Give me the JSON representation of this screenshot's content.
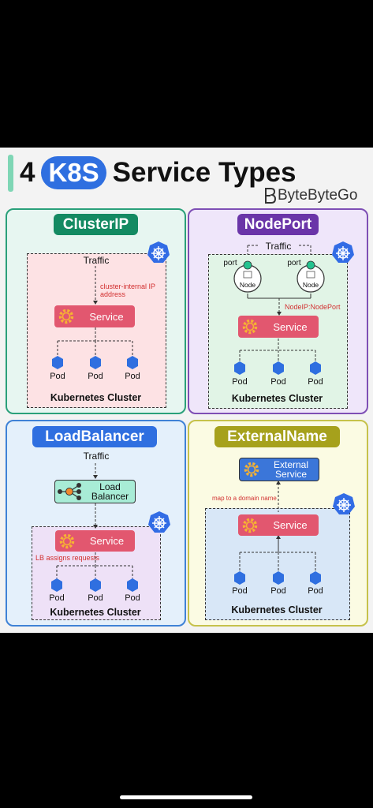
{
  "title": {
    "number": "4",
    "k8s": "K8S",
    "rest": "Service Types"
  },
  "brand": "ByteByteGo",
  "colors": {
    "clusterip": "#138a62",
    "nodeport": "#6a35a8",
    "loadbalancer": "#2f6fe0",
    "externalname": "#a6a11c",
    "service": "#e2576f",
    "pod": "#2f6fe0"
  },
  "clusterip": {
    "badge": "ClusterIP",
    "traffic": "Traffic",
    "note": "cluster-internal IP address",
    "service": "Service",
    "pods": [
      "Pod",
      "Pod",
      "Pod"
    ],
    "cluster": "Kubernetes Cluster"
  },
  "nodeport": {
    "badge": "NodePort",
    "traffic": "Traffic",
    "port_left": "port",
    "port_right": "port",
    "node_left": "Node",
    "node_right": "Node",
    "note": "NodeIP:NodePort",
    "service": "Service",
    "pods": [
      "Pod",
      "Pod",
      "Pod"
    ],
    "cluster": "Kubernetes Cluster"
  },
  "loadbalancer": {
    "badge": "LoadBalancer",
    "traffic": "Traffic",
    "lb": "Load Balancer",
    "service": "Service",
    "note": "LB assigns requests",
    "pods": [
      "Pod",
      "Pod",
      "Pod"
    ],
    "cluster": "Kubernetes Cluster"
  },
  "externalname": {
    "badge": "ExternalName",
    "external": "External Service",
    "note": "map to a domain name",
    "service": "Service",
    "pods": [
      "Pod",
      "Pod",
      "Pod"
    ],
    "cluster": "Kubernetes Cluster"
  }
}
